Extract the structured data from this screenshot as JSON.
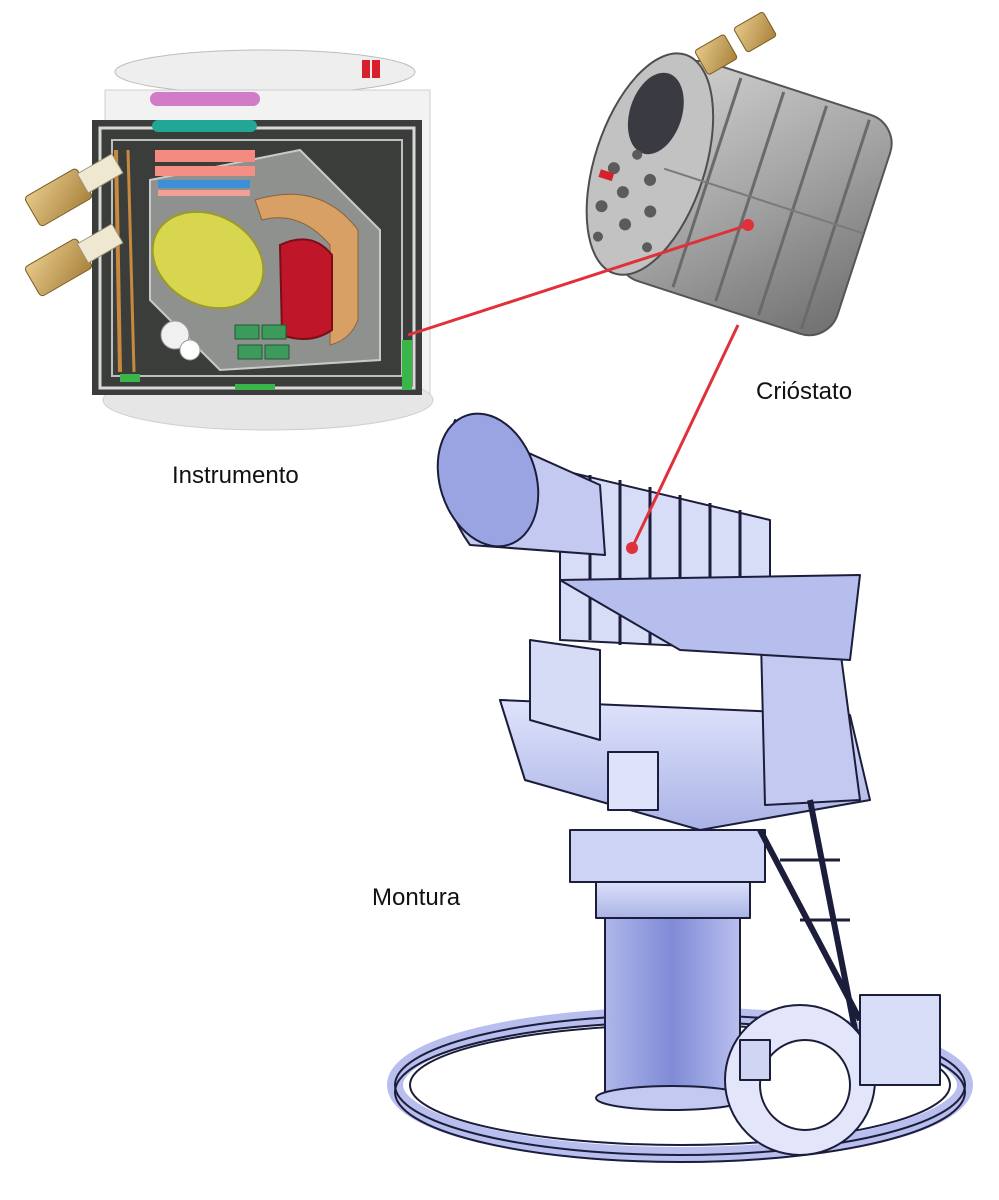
{
  "labels": {
    "instrument": "Instrumento",
    "cryostat": "Crióstato",
    "mount": "Montura"
  },
  "colors": {
    "connector": "#e0303a",
    "mount_fill": "#c9cff0",
    "mount_stroke": "#1b1d3a",
    "cryostat_fill": "#9a9a9a"
  }
}
